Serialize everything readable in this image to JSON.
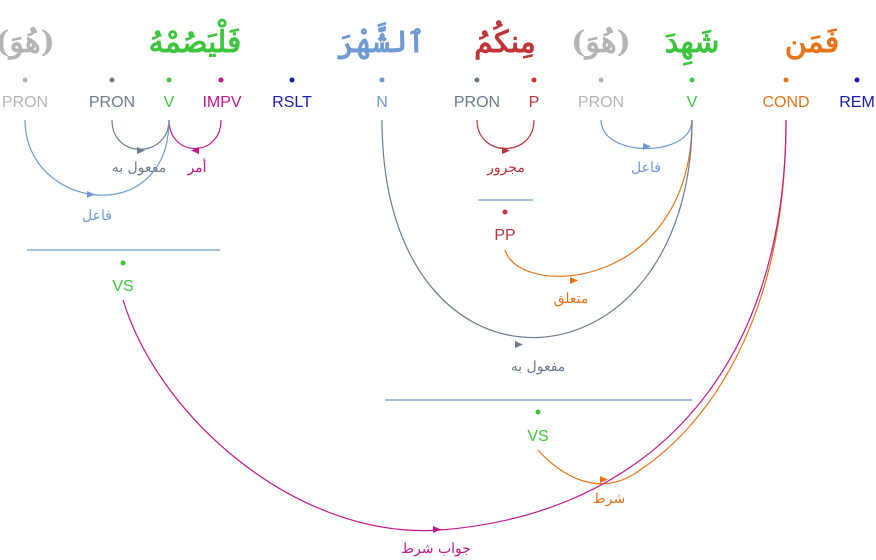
{
  "colors": {
    "gray": "#b4b4b4",
    "slate": "#6d7b8f",
    "green": "#3dc63d",
    "magenta": "#c4178a",
    "navy": "#1a1ab4",
    "blue": "#6f9ad4",
    "red": "#c0343a",
    "orange": "#e8741a",
    "line": "#6f9ad4"
  },
  "words": {
    "huwa_1": "(هُوَ)",
    "falyasumhu": "فَلْيَصُمْهُ",
    "alshahra": "ٱلشَّهْرَ",
    "minkum": "مِنكُمُ",
    "huwa_2": "(هُوَ)",
    "shahida": "شَهِدَ",
    "faman": "فَمَن"
  },
  "tags": {
    "pron_hidden_1": "PRON",
    "pron_obj": "PRON",
    "verb_1": "V",
    "impv": "IMPV",
    "rslt": "RSLT",
    "noun": "N",
    "pron_min": "PRON",
    "prep": "P",
    "pron_hidden_2": "PRON",
    "verb_2": "V",
    "cond": "COND",
    "rem": "REM"
  },
  "phrases": {
    "vs_1": "VS",
    "pp": "PP",
    "vs_2": "VS"
  },
  "relations": {
    "mafool_bih_1": "مفعول به",
    "amr": "أمر",
    "fail_1": "فاعل",
    "majrur": "مجرور",
    "fail_2": "فاعل",
    "mutaallaq": "متعلق",
    "mafool_bih_2": "مفعول به",
    "shart": "شرط",
    "jawab_shart": "جواب شرط"
  }
}
